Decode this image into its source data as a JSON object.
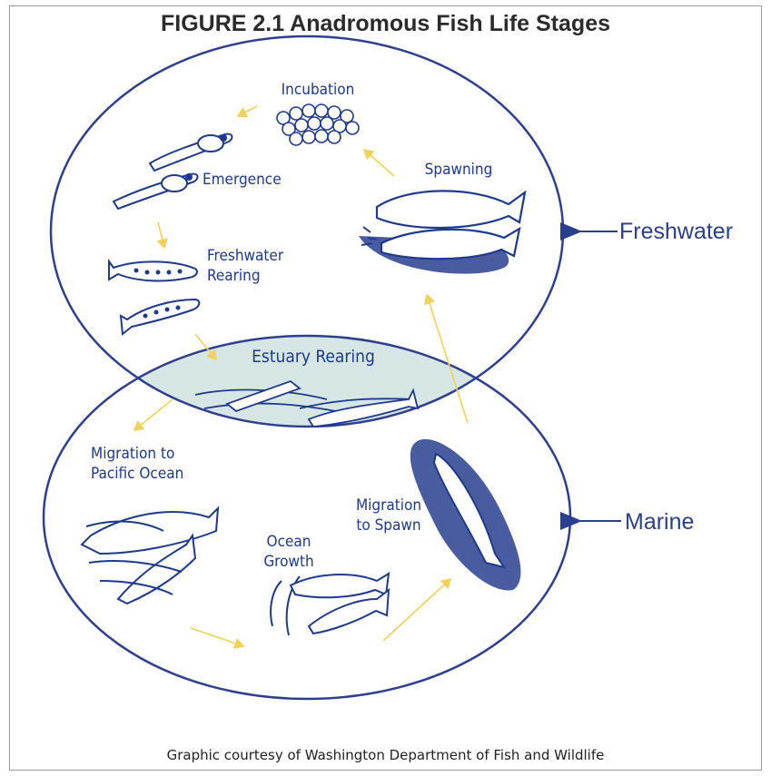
{
  "figure": {
    "title": "FIGURE 2.1 Anadromous Fish Life Stages",
    "credit": "Graphic courtesy of Washington Department of Fish and Wildlife"
  },
  "zones": {
    "freshwater": "Freshwater",
    "marine": "Marine"
  },
  "stages": {
    "incubation": "Incubation",
    "emergence": "Emergence",
    "freshwater_rearing_1": "Freshwater",
    "freshwater_rearing_2": "Rearing",
    "spawning": "Spawning",
    "estuary_rearing": "Estuary Rearing",
    "migration_ocean_1": "Migration to",
    "migration_ocean_2": "Pacific Ocean",
    "migration_spawn_1": "Migration",
    "migration_spawn_2": "to Spawn",
    "ocean_growth_1": "Ocean",
    "ocean_growth_2": "Growth"
  },
  "colors": {
    "ellipse_stroke": "#2f3f8f",
    "overlap_fill": "#d6e6e4",
    "arrow": "#f0d25a",
    "ink": "#1d3a8c"
  }
}
